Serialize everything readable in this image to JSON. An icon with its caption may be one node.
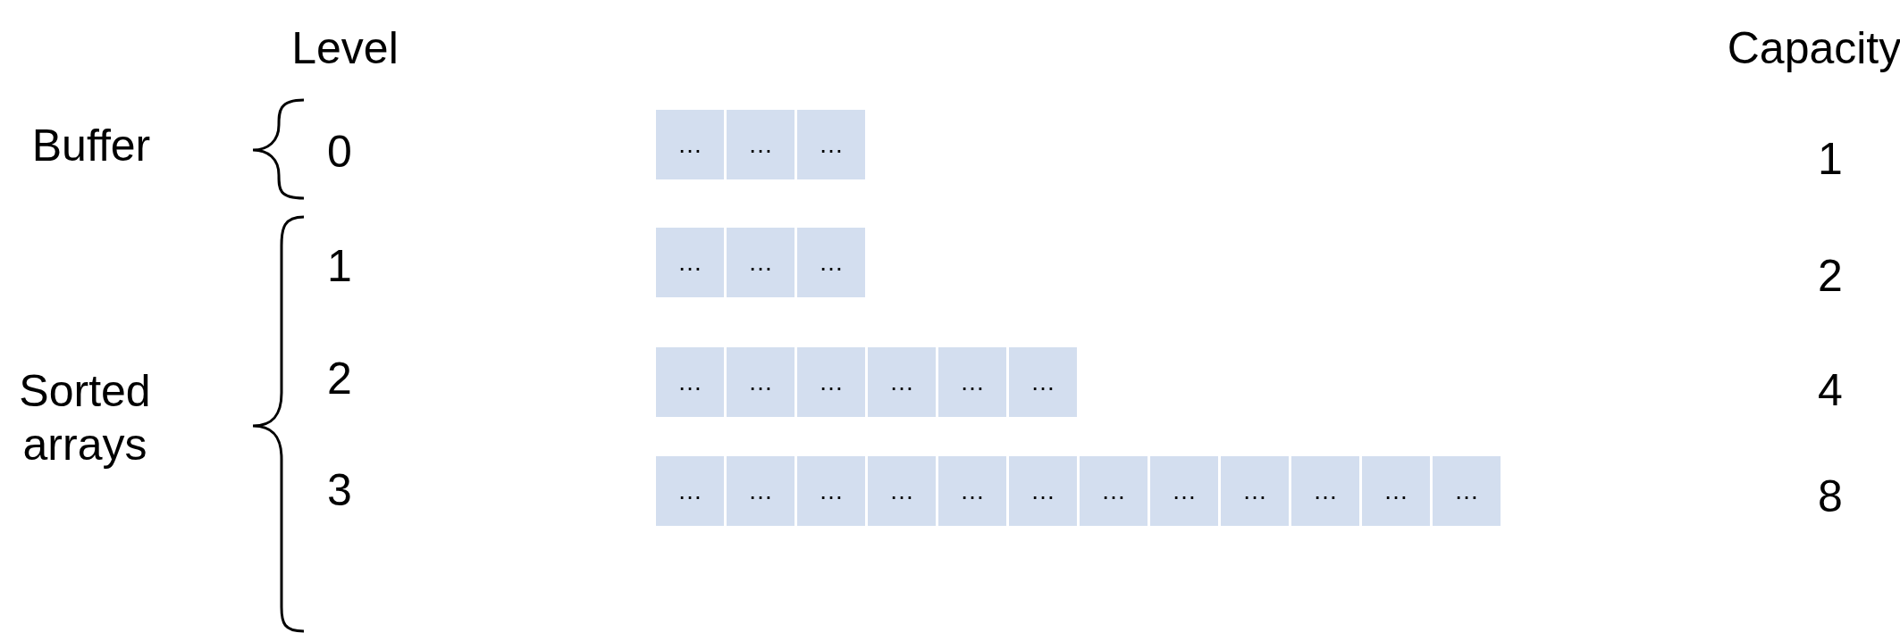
{
  "diagram": {
    "nodes": [
      {
        "text": [
          "…"
        ]
      },
      {
        "text": [
          "…"
        ]
      },
      {
        "text": [
          "…"
        ]
      },
      {
        "text": [
          "…"
        ]
      },
      {
        "text": [
          "…"
        ]
      },
      {
        "text": [
          "…"
        ]
      },
      {
        "text": [
          "…"
        ]
      },
      {
        "text": [
          "…"
        ]
      },
      {
        "text": [
          "…"
        ]
      },
      {
        "text": [
          "…"
        ]
      },
      {
        "text": [
          "…"
        ]
      },
      {
        "text": [
          "…"
        ]
      },
      {
        "text": [
          "…"
        ]
      },
      {
        "text": [
          "…"
        ]
      },
      {
        "text": [
          "…"
        ]
      },
      {
        "text": [
          "…"
        ]
      },
      {
        "text": [
          "…"
        ]
      },
      {
        "text": [
          "…"
        ]
      },
      {
        "text": [
          "…"
        ]
      },
      {
        "text": [
          "…"
        ]
      },
      {
        "text": [
          "…"
        ]
      },
      {
        "text": [
          "…"
        ]
      },
      {
        "text": [
          "…"
        ]
      },
      {
        "text": [
          "…"
        ]
      }
    ],
    "labels": [
      "Level",
      "Capacity",
      "Buffer",
      "0",
      "1",
      "1",
      "2",
      "Sorted arrays",
      "2",
      "4",
      "3",
      "8"
    ]
  }
}
